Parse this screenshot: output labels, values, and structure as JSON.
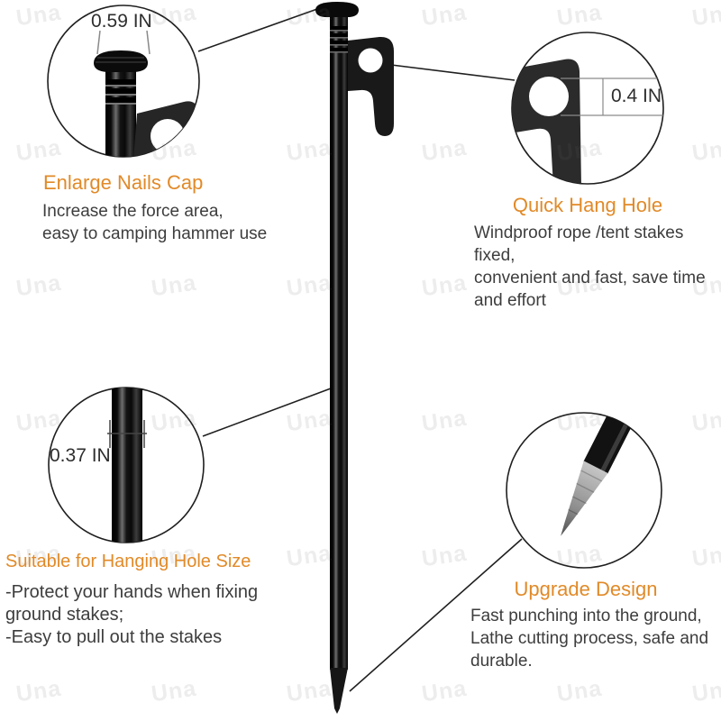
{
  "watermark": {
    "text": "Una"
  },
  "colors": {
    "accent": "#E18A28",
    "body_text": "#3D3D3D",
    "line": "#1F1F1F",
    "stake": "#0B0B0B"
  },
  "callouts": {
    "enlarge_cap": {
      "measurement": "0.59 IN",
      "title": "Enlarge Nails Cap",
      "description": "Increase the force area,\neasy to camping hammer use"
    },
    "hang_hole": {
      "measurement": "0.4 IN",
      "title": "Quick Hang Hole",
      "description": "Windproof rope /tent stakes\nfixed,\nconvenient and fast, save time\nand effort"
    },
    "hole_size": {
      "measurement": "0.37 IN",
      "title": "Suitable for Hanging Hole Size",
      "description": "-Protect your hands when fixing\nground stakes;\n-Easy to pull out the stakes"
    },
    "upgrade": {
      "title": "Upgrade Design",
      "description": "Fast punching into the ground,\nLathe cutting process, safe and\ndurable."
    }
  }
}
